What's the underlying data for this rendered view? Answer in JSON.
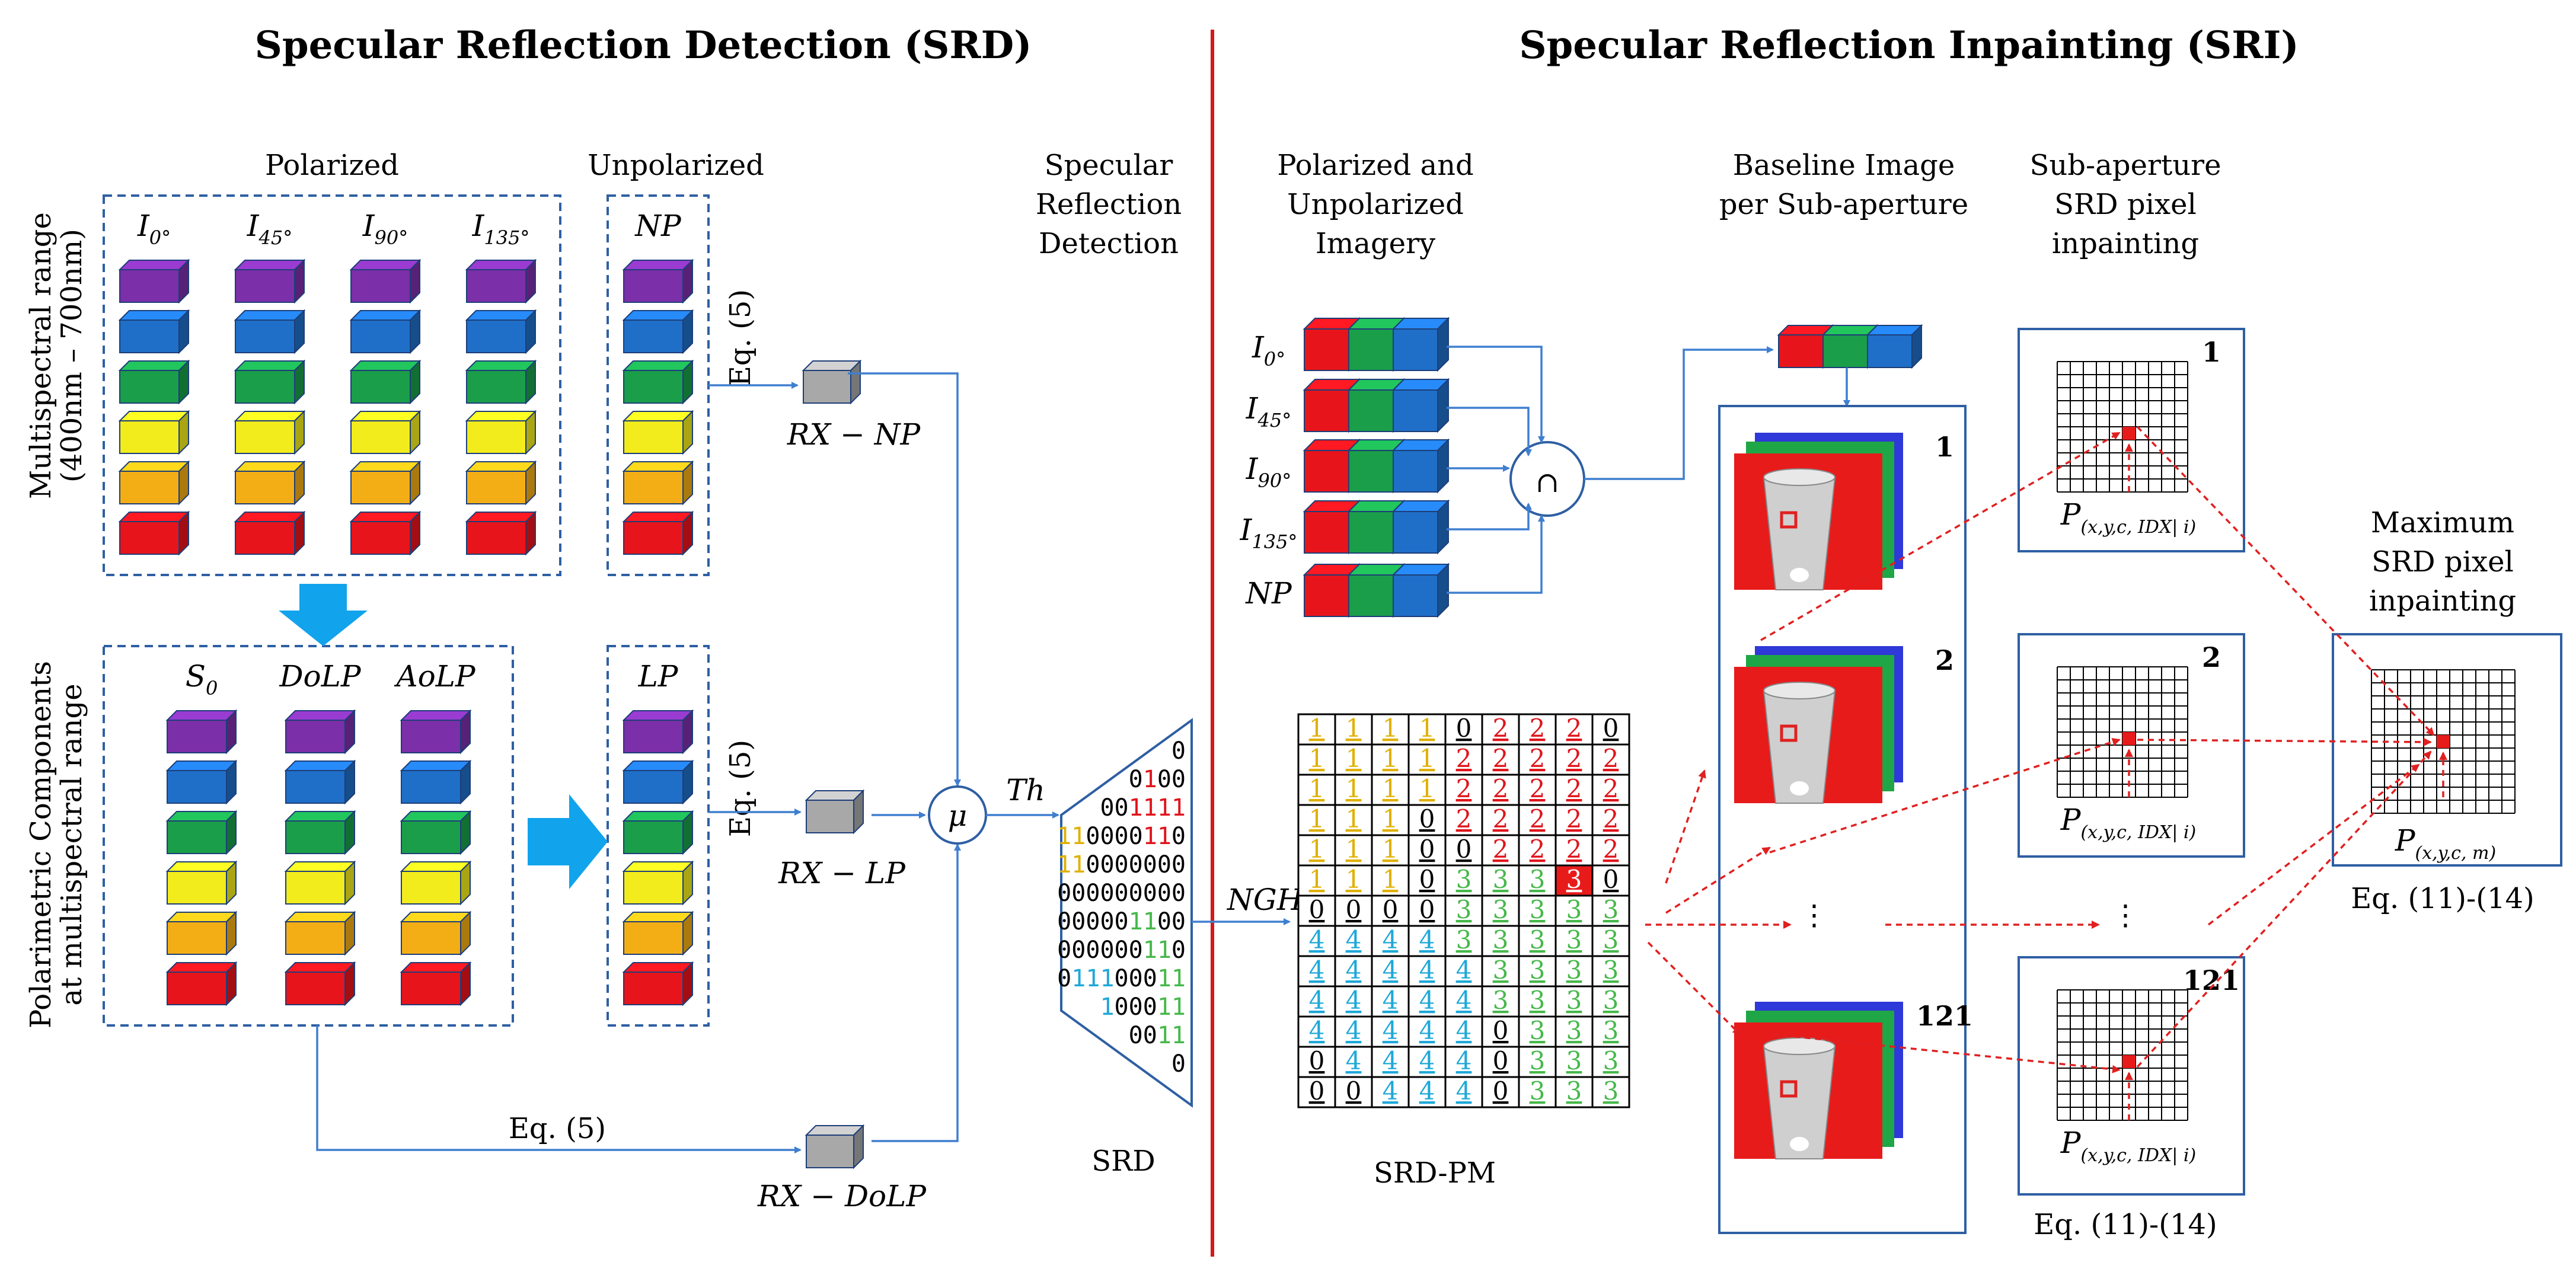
{
  "srd_title": "Specular Reflection Detection (SRD)",
  "sri_title": "Specular Reflection Inpainting (SRI)",
  "polarized_label": "Polarized",
  "unpolarized_label": "Unpolarized",
  "multispectral_label_line1": "Multispectral range",
  "multispectral_label_line2": "(400nm – 700nm)",
  "polarimetric_label_line1": "Polarimetric Components",
  "polarimetric_label_line2": "at multispectral range",
  "pol_col_labels": [
    {
      "base": "I",
      "sub": "0°"
    },
    {
      "base": "I",
      "sub": "45°"
    },
    {
      "base": "I",
      "sub": "90°"
    },
    {
      "base": "I",
      "sub": "135°"
    }
  ],
  "np_label": "NP",
  "lp_label": "LP",
  "comp_col_labels": [
    {
      "base": "S",
      "sub": "0"
    },
    {
      "base": "DoLP",
      "sub": ""
    },
    {
      "base": "AoLP",
      "sub": ""
    }
  ],
  "eq5": "Eq. (5)",
  "rx_np": "RX − NP",
  "rx_lp": "RX − LP",
  "rx_dolp": "RX − DoLP",
  "mu": "μ",
  "th": "Th",
  "srd_header": [
    "Specular",
    "Reflection",
    "Detection"
  ],
  "srd_label": "SRD",
  "srd_rows": [
    [
      "0"
    ],
    [
      "0",
      "1",
      "0",
      "0"
    ],
    [
      "0",
      "0",
      "1",
      "1",
      "1",
      "1"
    ],
    [
      "1",
      "1",
      "0",
      "0",
      "0",
      "0",
      "1",
      "1",
      "0"
    ],
    [
      "1",
      "1",
      "0",
      "0",
      "0",
      "0",
      "0",
      "0",
      "0"
    ],
    [
      "0",
      "0",
      "0",
      "0",
      "0",
      "0",
      "0",
      "0",
      "0"
    ],
    [
      "0",
      "0",
      "0",
      "0",
      "0",
      "1",
      "1",
      "0",
      "0"
    ],
    [
      "0",
      "0",
      "0",
      "0",
      "0",
      "0",
      "1",
      "1",
      "0"
    ],
    [
      "0",
      "1",
      "1",
      "1",
      "0",
      "0",
      "0",
      "1",
      "1"
    ],
    [
      "1",
      "0",
      "0",
      "0",
      "1",
      "1"
    ],
    [
      "0",
      "0",
      "1",
      "1"
    ],
    [
      "0"
    ]
  ],
  "pui_header": [
    "Polarized and",
    "Unpolarized",
    "Imagery"
  ],
  "pui_rows": [
    {
      "base": "I",
      "sub": "0°"
    },
    {
      "base": "I",
      "sub": "45°"
    },
    {
      "base": "I",
      "sub": "90°"
    },
    {
      "base": "I",
      "sub": "135°"
    },
    {
      "base": "NP",
      "sub": ""
    }
  ],
  "cap_symbol": "∩",
  "baseline_header": [
    "Baseline Image",
    "per Sub-aperture"
  ],
  "subaperture_header": [
    "Sub-aperture",
    "SRD pixel",
    "inpainting"
  ],
  "maximum_header": [
    "Maximum",
    "SRD pixel",
    "inpainting"
  ],
  "stack_numbers": [
    "1",
    "2",
    "121"
  ],
  "dots": "•\n•\n•",
  "ngh": "NGH",
  "srdpm_label": "SRD-PM",
  "srdpm_grid": [
    [
      "1",
      "1",
      "1",
      "1",
      "0",
      "2",
      "2",
      "2",
      "0"
    ],
    [
      "1",
      "1",
      "1",
      "1",
      "2",
      "2",
      "2",
      "2",
      "2"
    ],
    [
      "1",
      "1",
      "1",
      "1",
      "2",
      "2",
      "2",
      "2",
      "2"
    ],
    [
      "1",
      "1",
      "1",
      "0",
      "2",
      "2",
      "2",
      "2",
      "2"
    ],
    [
      "1",
      "1",
      "1",
      "0",
      "0",
      "2",
      "2",
      "2",
      "2"
    ],
    [
      "1",
      "1",
      "1",
      "0",
      "3",
      "3",
      "3",
      "3",
      "0"
    ],
    [
      "0",
      "0",
      "0",
      "0",
      "3",
      "3",
      "3",
      "3",
      "3"
    ],
    [
      "4",
      "4",
      "4",
      "4",
      "3",
      "3",
      "3",
      "3",
      "3"
    ],
    [
      "4",
      "4",
      "4",
      "4",
      "4",
      "3",
      "3",
      "3",
      "3"
    ],
    [
      "4",
      "4",
      "4",
      "4",
      "4",
      "3",
      "3",
      "3",
      "3"
    ],
    [
      "4",
      "4",
      "4",
      "4",
      "4",
      "0",
      "3",
      "3",
      "3"
    ],
    [
      "0",
      "4",
      "4",
      "4",
      "4",
      "0",
      "3",
      "3",
      "3"
    ],
    [
      "0",
      "0",
      "4",
      "4",
      "4",
      "0",
      "3",
      "3",
      "3"
    ]
  ],
  "p_label_i": {
    "base": "P",
    "sub": "(x,y,c, IDX| i)"
  },
  "p_label_m": {
    "base": "P",
    "sub": "(x,y,c, m)"
  },
  "eq11_14": "Eq. (11)-(14)",
  "colors": {
    "purple": "#7b2fa8",
    "blue": "#1f6fc8",
    "green": "#1a9e4a",
    "yellow": "#f2ec1c",
    "orange": "#f3ae16",
    "red": "#e8141b",
    "arrow_blue": "#3f7fd0",
    "divider_red": "#d8161b",
    "num1": "#e0b000",
    "num2": "#e0141b",
    "num3": "#46b84a",
    "num4": "#1ea8d8"
  }
}
